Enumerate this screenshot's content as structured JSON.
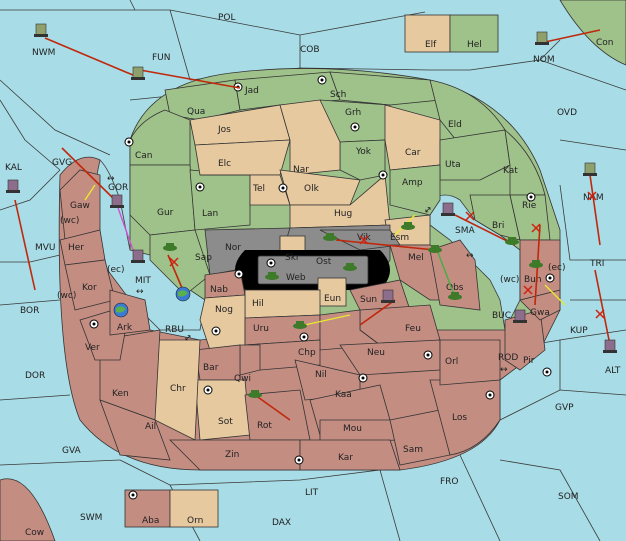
{
  "regions": {
    "sea": [
      "POL",
      "COB",
      "FUN",
      "NWM",
      "NOM",
      "Con",
      "OVD",
      "KAL",
      "GVG",
      "MVU",
      "BOR",
      "DOR",
      "GVA",
      "SWM",
      "LIT",
      "DAX",
      "FRO",
      "SOM",
      "GVP",
      "KUP",
      "ALT",
      "TRI",
      "NAM",
      "ROD",
      "BUC",
      "SMA",
      "MIT",
      "RBU",
      "GOR",
      "Cow"
    ],
    "green": [
      "Elf",
      "Hel",
      "Jad",
      "Sch",
      "Qua",
      "Grh",
      "Eld",
      "Can",
      "Yok",
      "Car",
      "Uta",
      "Kat",
      "Amp",
      "Gur",
      "Lan",
      "Sap",
      "Bri",
      "Rie"
    ],
    "tan": [
      "Jos",
      "Elc",
      "Nar",
      "Tel",
      "Olk",
      "Hug",
      "Esm",
      "Hil",
      "Nog",
      "Chr",
      "Sot",
      "Orn",
      "Skr"
    ],
    "rose": [
      "Gaw",
      "Her",
      "Kor",
      "Ver",
      "Ken",
      "Ail",
      "Zin",
      "Kar",
      "Sam",
      "Los",
      "Orl",
      "Pir",
      "Gwa",
      "Bun",
      "Obs",
      "Feu",
      "Neu",
      "Kaa",
      "Nil",
      "Mou",
      "Rot",
      "Qwi",
      "Bar",
      "Chp",
      "Uru",
      "Sun",
      "Mel",
      "Nab",
      "Ark",
      "Aba"
    ],
    "gray": [
      "Nor",
      "Web",
      "Ost",
      "Vik",
      "Eun"
    ]
  },
  "coast_marks": [
    "(wc)",
    "(wc)",
    "(ec)",
    "(wc)",
    "(ec)"
  ],
  "convoy_arrows": [
    "↔",
    "↔",
    "↔",
    "↔",
    "↔",
    "↔"
  ]
}
